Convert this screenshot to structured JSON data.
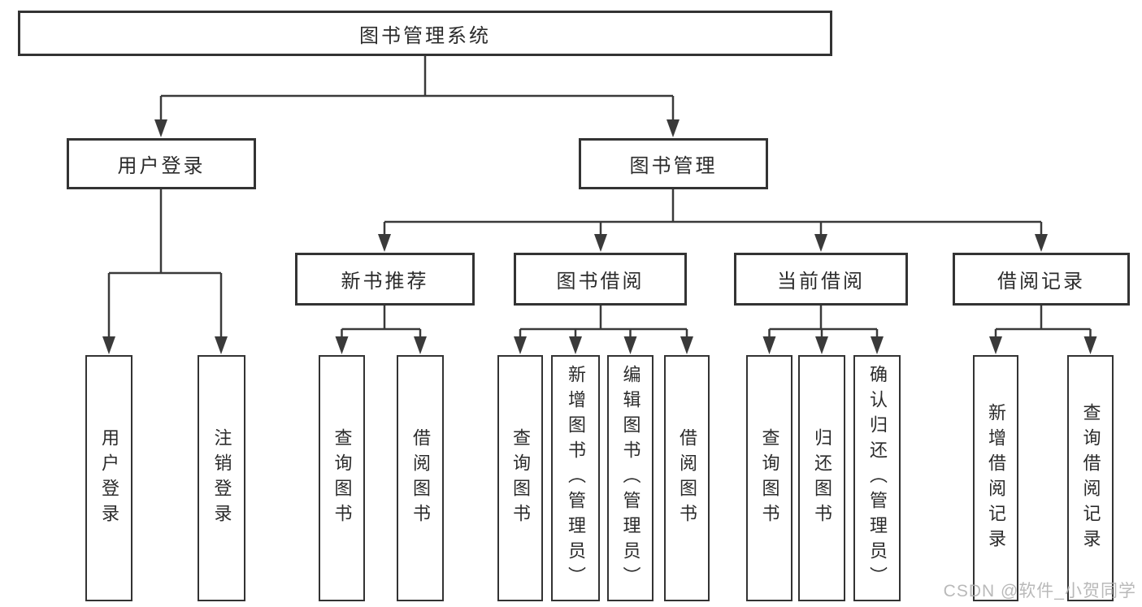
{
  "colors": {
    "line": "#3a3a3a",
    "border": "#333333",
    "text": "#2b2b2b",
    "watermark": "#b0b0b0",
    "bg": "#ffffff"
  },
  "tree": {
    "root": {
      "label": "图书管理系统"
    },
    "branches": [
      {
        "label": "用户登录",
        "children": [
          {
            "label": "用户登录"
          },
          {
            "label": "注销登录"
          }
        ]
      },
      {
        "label": "图书管理",
        "children": [
          {
            "label": "新书推荐",
            "children": [
              {
                "label": "查询图书"
              },
              {
                "label": "借阅图书"
              }
            ]
          },
          {
            "label": "图书借阅",
            "children": [
              {
                "label": "查询图书"
              },
              {
                "label": "新增图书（管理员）"
              },
              {
                "label": "编辑图书（管理员）"
              },
              {
                "label": "借阅图书"
              }
            ]
          },
          {
            "label": "当前借阅",
            "children": [
              {
                "label": "查询图书"
              },
              {
                "label": "归还图书"
              },
              {
                "label": "确认归还（管理员）"
              }
            ]
          },
          {
            "label": "借阅记录",
            "children": [
              {
                "label": "新增借阅记录"
              },
              {
                "label": "查询借阅记录"
              }
            ]
          }
        ]
      }
    ]
  },
  "watermark": {
    "text": "CSDN @软件_小贺同学"
  }
}
